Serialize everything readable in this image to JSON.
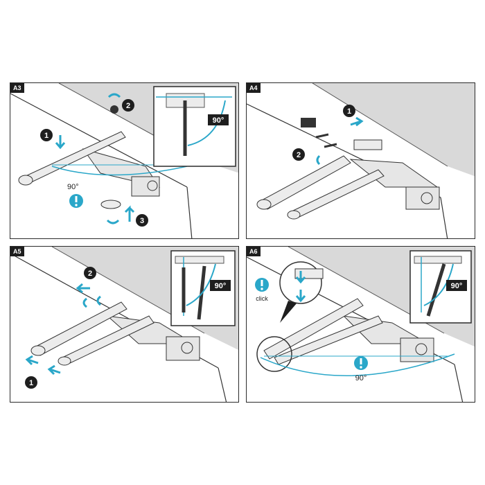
{
  "panels": [
    {
      "tag": "A3",
      "steps": [
        "1",
        "2",
        "3"
      ],
      "angle": "90°",
      "inset_angle": "90°"
    },
    {
      "tag": "A4",
      "steps": [
        "1",
        "2"
      ]
    },
    {
      "tag": "A5",
      "steps": [
        "1",
        "2"
      ],
      "inset_angle": "90°"
    },
    {
      "tag": "A6",
      "angle": "90°",
      "inset_angle": "90°",
      "click_label": "click"
    }
  ],
  "colors": {
    "accent": "#2aa7c9",
    "step_circle": "#1e1e1e",
    "panel_border": "#2a2a2a",
    "wall": "#d9d9d9"
  }
}
